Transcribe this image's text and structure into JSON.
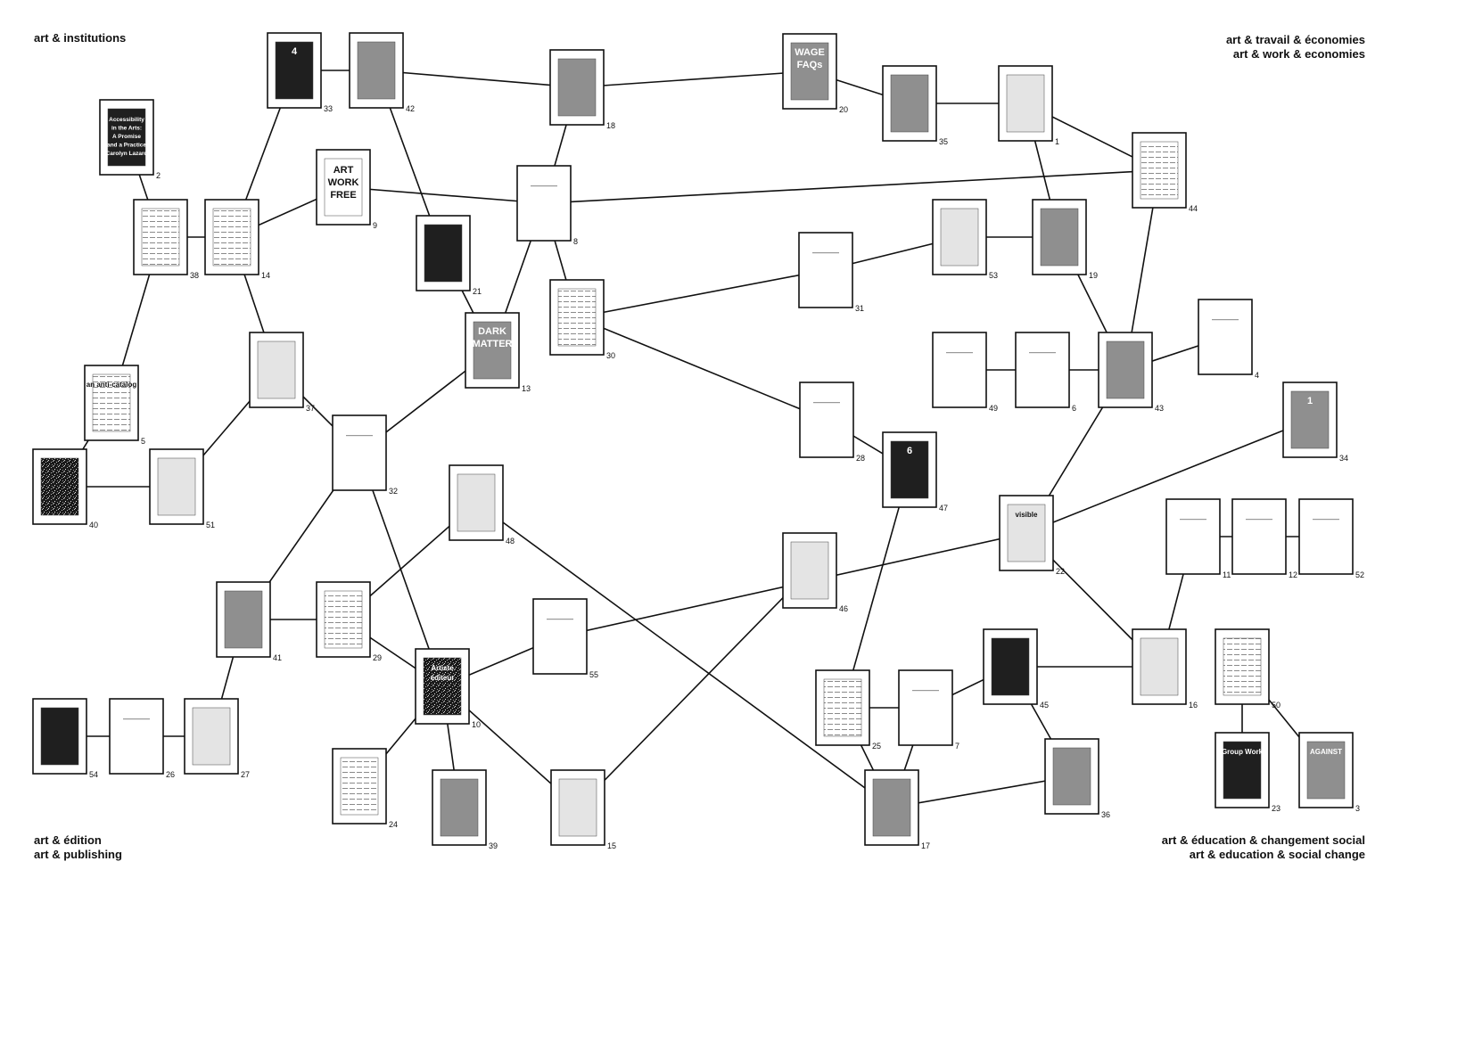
{
  "corners": {
    "top_left": [
      "art & institutions"
    ],
    "top_right": [
      "art & travail & économies",
      "art & work & economies"
    ],
    "bottom_left": [
      "art & édition",
      "art & publishing"
    ],
    "bottom_right": [
      "art & éducation & changement social",
      "art & education & social change"
    ]
  },
  "nodes": [
    {
      "id": "1",
      "tone": "light"
    },
    {
      "id": "2",
      "tone": "dark",
      "cover_lines": [
        "Accessibility",
        "in the Arts:",
        "A Promise",
        "and a Practice",
        "Carolyn Lazard"
      ]
    },
    {
      "id": "3",
      "tone": "gray",
      "cover_lines": [
        "AGAINST"
      ]
    },
    {
      "id": "4",
      "tone": "blank"
    },
    {
      "id": "5",
      "tone": "text",
      "cover_lines": [
        "an anti-catalog"
      ]
    },
    {
      "id": "6",
      "tone": "blank"
    },
    {
      "id": "7",
      "tone": "blank"
    },
    {
      "id": "8",
      "tone": "blank"
    },
    {
      "id": "9",
      "tone": "poster",
      "cover_lines": [
        "ART",
        "WORK",
        "FREE"
      ]
    },
    {
      "id": "10",
      "tone": "photo",
      "cover_lines": [
        "Artiste",
        "éditeur"
      ]
    },
    {
      "id": "11",
      "tone": "blank"
    },
    {
      "id": "12",
      "tone": "blank"
    },
    {
      "id": "13",
      "tone": "gray",
      "cover_lines": [
        "DARK",
        "MATTER"
      ]
    },
    {
      "id": "14",
      "tone": "text"
    },
    {
      "id": "15",
      "tone": "light"
    },
    {
      "id": "16",
      "tone": "light"
    },
    {
      "id": "17",
      "tone": "gray"
    },
    {
      "id": "18",
      "tone": "gray"
    },
    {
      "id": "19",
      "tone": "gray"
    },
    {
      "id": "20",
      "tone": "gray",
      "cover_lines": [
        "WAGE",
        "FAQs"
      ]
    },
    {
      "id": "21",
      "tone": "dark"
    },
    {
      "id": "22",
      "tone": "light",
      "cover_lines": [
        "visible"
      ]
    },
    {
      "id": "23",
      "tone": "dark",
      "cover_lines": [
        "Group Work"
      ]
    },
    {
      "id": "24",
      "tone": "text"
    },
    {
      "id": "25",
      "tone": "text"
    },
    {
      "id": "26",
      "tone": "blank"
    },
    {
      "id": "27",
      "tone": "light"
    },
    {
      "id": "28",
      "tone": "blank"
    },
    {
      "id": "29",
      "tone": "text"
    },
    {
      "id": "30",
      "tone": "text"
    },
    {
      "id": "31",
      "tone": "blank"
    },
    {
      "id": "32",
      "tone": "blank"
    },
    {
      "id": "33",
      "tone": "dark",
      "cover_lines": [
        "4"
      ]
    },
    {
      "id": "34",
      "tone": "gray",
      "cover_lines": [
        "1"
      ]
    },
    {
      "id": "35",
      "tone": "gray"
    },
    {
      "id": "36",
      "tone": "gray"
    },
    {
      "id": "37",
      "tone": "light"
    },
    {
      "id": "38",
      "tone": "text"
    },
    {
      "id": "39",
      "tone": "gray"
    },
    {
      "id": "40",
      "tone": "photo"
    },
    {
      "id": "41",
      "tone": "gray"
    },
    {
      "id": "42",
      "tone": "gray"
    },
    {
      "id": "43",
      "tone": "gray"
    },
    {
      "id": "44",
      "tone": "text"
    },
    {
      "id": "45",
      "tone": "dark"
    },
    {
      "id": "46",
      "tone": "light"
    },
    {
      "id": "47",
      "tone": "dark",
      "cover_lines": [
        "6"
      ]
    },
    {
      "id": "48",
      "tone": "light"
    },
    {
      "id": "49",
      "tone": "blank"
    },
    {
      "id": "50",
      "tone": "text"
    },
    {
      "id": "51",
      "tone": "light"
    },
    {
      "id": "52",
      "tone": "blank"
    },
    {
      "id": "53",
      "tone": "light"
    },
    {
      "id": "54",
      "tone": "dark"
    },
    {
      "id": "55",
      "tone": "blank"
    }
  ],
  "edges": [
    [
      "2",
      "38"
    ],
    [
      "38",
      "14"
    ],
    [
      "38",
      "5"
    ],
    [
      "5",
      "40"
    ],
    [
      "40",
      "51"
    ],
    [
      "51",
      "37"
    ],
    [
      "14",
      "33"
    ],
    [
      "14",
      "9"
    ],
    [
      "14",
      "37"
    ],
    [
      "33",
      "42"
    ],
    [
      "42",
      "18"
    ],
    [
      "42",
      "21"
    ],
    [
      "9",
      "8"
    ],
    [
      "8",
      "18"
    ],
    [
      "8",
      "30"
    ],
    [
      "8",
      "13"
    ],
    [
      "8",
      "44"
    ],
    [
      "21",
      "13"
    ],
    [
      "13",
      "32"
    ],
    [
      "37",
      "32"
    ],
    [
      "32",
      "41"
    ],
    [
      "32",
      "10"
    ],
    [
      "41",
      "29"
    ],
    [
      "41",
      "27"
    ],
    [
      "27",
      "26"
    ],
    [
      "26",
      "54"
    ],
    [
      "29",
      "48"
    ],
    [
      "29",
      "10"
    ],
    [
      "48",
      "17"
    ],
    [
      "10",
      "24"
    ],
    [
      "10",
      "39"
    ],
    [
      "10",
      "55"
    ],
    [
      "10",
      "15"
    ],
    [
      "55",
      "22"
    ],
    [
      "15",
      "46"
    ],
    [
      "30",
      "31"
    ],
    [
      "30",
      "28"
    ],
    [
      "31",
      "53"
    ],
    [
      "53",
      "19"
    ],
    [
      "19",
      "43"
    ],
    [
      "19",
      "1"
    ],
    [
      "18",
      "20"
    ],
    [
      "20",
      "35"
    ],
    [
      "35",
      "1"
    ],
    [
      "1",
      "44"
    ],
    [
      "44",
      "43"
    ],
    [
      "43",
      "4"
    ],
    [
      "43",
      "6"
    ],
    [
      "6",
      "49"
    ],
    [
      "43",
      "22"
    ],
    [
      "22",
      "34"
    ],
    [
      "22",
      "16"
    ],
    [
      "28",
      "47"
    ],
    [
      "47",
      "25"
    ],
    [
      "25",
      "7"
    ],
    [
      "25",
      "17"
    ],
    [
      "7",
      "17"
    ],
    [
      "7",
      "45"
    ],
    [
      "45",
      "36"
    ],
    [
      "45",
      "16"
    ],
    [
      "36",
      "17"
    ],
    [
      "16",
      "11"
    ],
    [
      "11",
      "12"
    ],
    [
      "12",
      "52"
    ],
    [
      "50",
      "23"
    ],
    [
      "50",
      "3"
    ]
  ]
}
